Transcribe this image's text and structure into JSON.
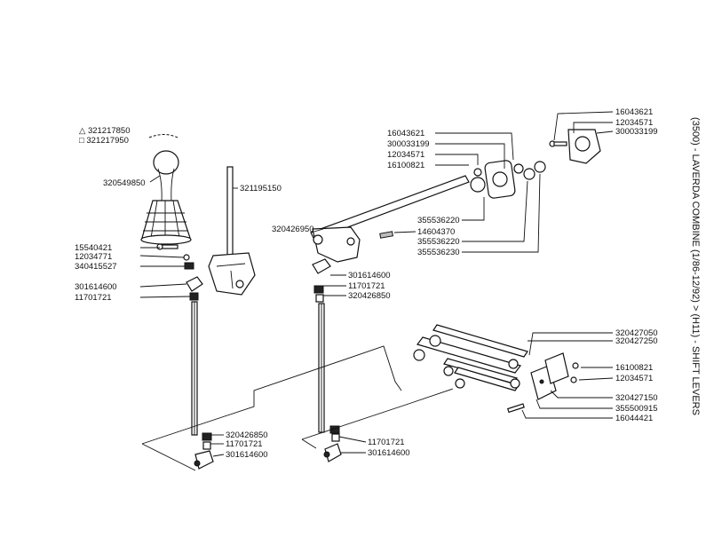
{
  "title": "(3500) - LAVERDA COMBINE (1/86-12/92) > (H11) - SHIFT LEVERS",
  "labels": {
    "l1": "△ 321217850",
    "l2": "□ 321217950",
    "l3": "320549850",
    "l4": "321195150",
    "l5": "15540421",
    "l6": "12034771",
    "l7": "340415527",
    "l8": "301614600",
    "l9": "11701721",
    "l10": "320426850",
    "l11": "11701721",
    "l12": "301614600",
    "l13": "320426950",
    "l14": "301614600",
    "l15": "11701721",
    "l16": "320426850",
    "l17": "11701721",
    "l18": "301614600",
    "l19": "16043621",
    "l20": "300033199",
    "l21": "12034571",
    "l22": "16100821",
    "l23": "355536220",
    "l24": "14604370",
    "l25": "355536220",
    "l26": "355536230",
    "l27": "16043621",
    "l28": "12034571",
    "l29": "300033199",
    "l30": "320427050",
    "l31": "320427250",
    "l32": "16100821",
    "l33": "12034571",
    "l34": "320427150",
    "l35": "355500915",
    "l36": "16044421"
  }
}
